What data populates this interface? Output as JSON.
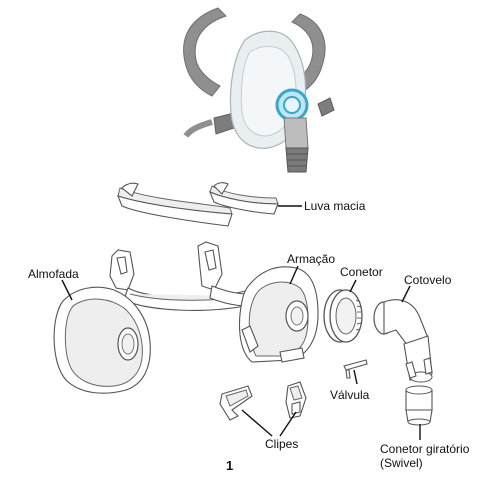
{
  "labels": {
    "luva_macia": "Luva macia",
    "armacao": "Armação",
    "almofada": "Almofada",
    "conetor": "Conetor",
    "cotovelo": "Cotovelo",
    "valvula": "Válvula",
    "clipes": "Clipes",
    "conetor_giratorio": "Conetor giratório",
    "swivel": "(Swivel)"
  },
  "figure_number": "1",
  "colors": {
    "headgear": "#8f8f8f",
    "headgear_dark": "#6f6f6f",
    "mask_shell": "#e9eef1",
    "ring_accent": "#3aa7c9",
    "elbow_tube": "#7a7a7a",
    "line": "#111111"
  }
}
